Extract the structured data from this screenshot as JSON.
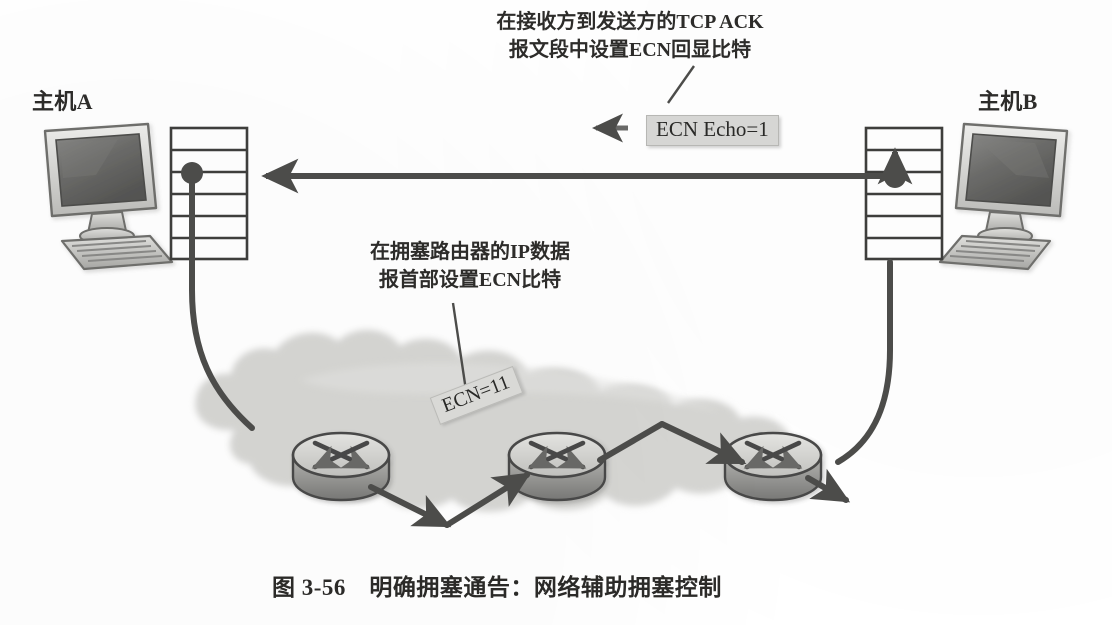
{
  "figure": {
    "caption": "图 3-56　明确拥塞通告：网络辅助拥塞控制",
    "hosts": {
      "left_label": "主机A",
      "right_label": "主机B"
    },
    "annotations": {
      "top": {
        "line1": "在接收方到发送方的TCP ACK",
        "line2": "报文段中设置ECN回显比特"
      },
      "middle": {
        "line1": "在拥塞路由器的IP数据",
        "line2": "报首部设置ECN比特"
      }
    },
    "tags": {
      "ecn_echo": "ECN Echo=1",
      "ecn_bits": "ECN=11"
    },
    "icons": {
      "host_left": "desktop-computer-icon",
      "host_right": "desktop-computer-icon",
      "queue_left": "packet-queue-icon",
      "queue_right": "packet-queue-icon",
      "router_1": "router-icon",
      "router_2": "router-icon",
      "router_3": "router-icon",
      "cloud": "network-cloud-icon",
      "ack_arrow": "left-arrow-icon",
      "echo_arrow": "left-arrow-icon",
      "uplink_arrow": "up-arrow-icon"
    },
    "colors": {
      "ink": "#4a4a48",
      "cloud_fill": "#d2d2cf",
      "tag_fill": "#d8d8d6",
      "screen_fill": "#6f6f6d",
      "paper": "#ffffff"
    },
    "queue": {
      "cell_count": 6
    },
    "routers": {
      "count": 3
    }
  }
}
